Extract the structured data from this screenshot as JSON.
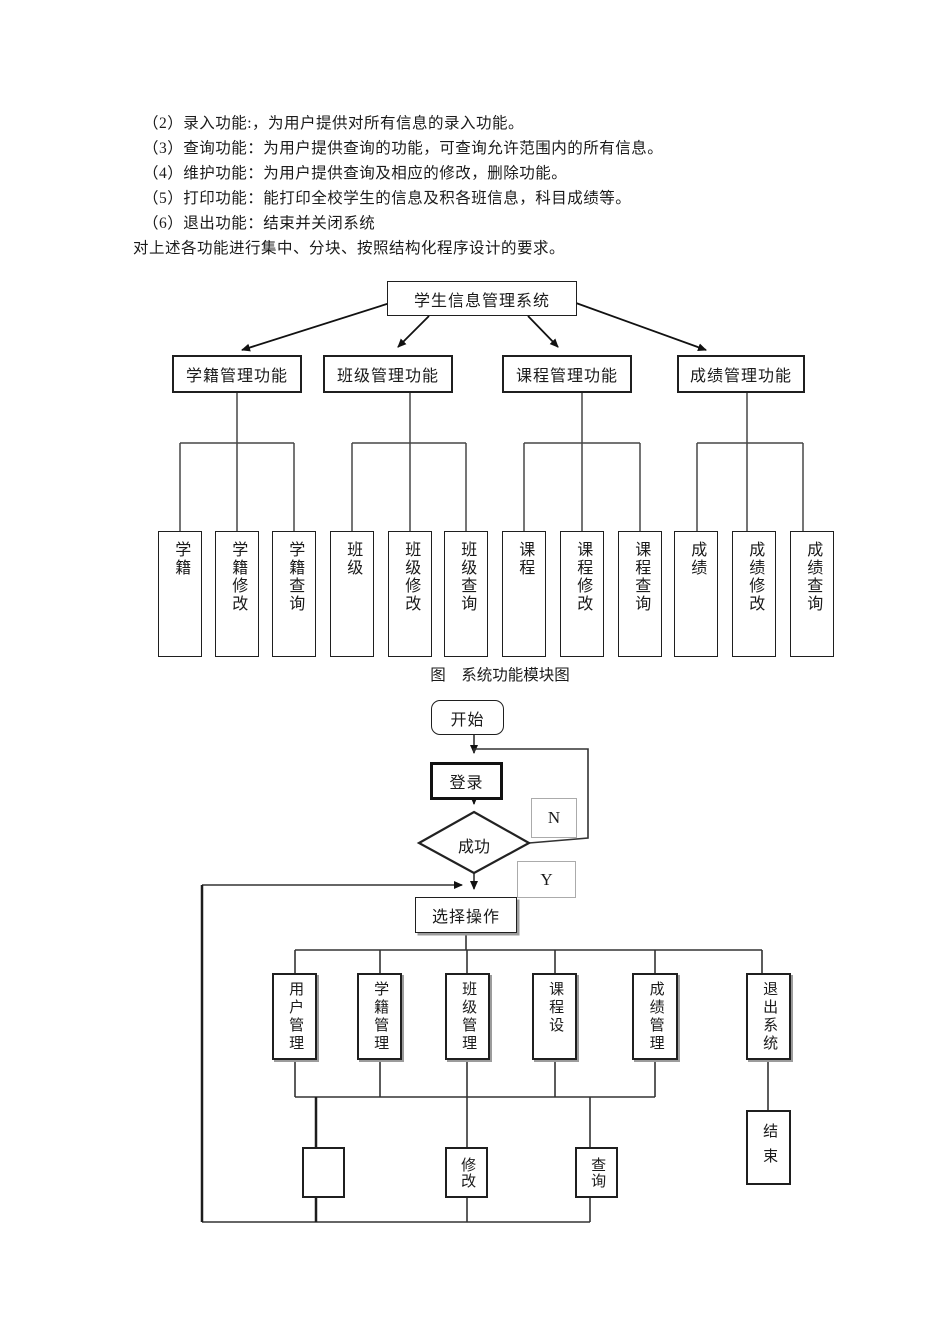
{
  "palette": {
    "line_color": "#333333",
    "tree_line_color": "#474747",
    "shadow_color": "#9c9c9c",
    "faint_border_color": "#ababab",
    "text_color": "#1a1a1a",
    "background": "#ffffff"
  },
  "description": {
    "lines": [
      "（2）录入功能:，为用户提供对所有信息的录入功能。",
      "（3）查询功能：为用户提供查询的功能，可查询允许范围内的所有信息。",
      "（4）维护功能：为用户提供查询及相应的修改，删除功能。",
      "（5）打印功能：能打印全校学生的信息及积各班信息，科目成绩等。",
      "（6）退出功能：结束并关闭系统",
      "对上述各功能进行集中、分块、按照结构化程序设计的要求。"
    ]
  },
  "module_diagram": {
    "root": "学生信息管理系统",
    "branches": [
      {
        "label": "学籍管理功能",
        "leaves": [
          "学籍",
          "学籍修改",
          "学籍查询"
        ]
      },
      {
        "label": "班级管理功能",
        "leaves": [
          "班级",
          "班级修改",
          "班级查询"
        ]
      },
      {
        "label": "课程管理功能",
        "leaves": [
          "课程",
          "课程修改",
          "课程查询"
        ]
      },
      {
        "label": "成绩管理功能",
        "leaves": [
          "成绩",
          "成绩修改",
          "成绩查询"
        ]
      }
    ],
    "caption": "图　系统功能模块图"
  },
  "flowchart": {
    "start": "开始",
    "login": "登录",
    "decision": "成功",
    "decision_no": "N",
    "decision_yes": "Y",
    "select": "选择操作",
    "modules": [
      "用户管理",
      "学籍管理",
      "班级管理",
      "课程设",
      "成绩管理",
      "退出系统"
    ],
    "bottom": {
      "blank": "",
      "modify": "修改",
      "query": "查询",
      "end": "结束"
    }
  }
}
